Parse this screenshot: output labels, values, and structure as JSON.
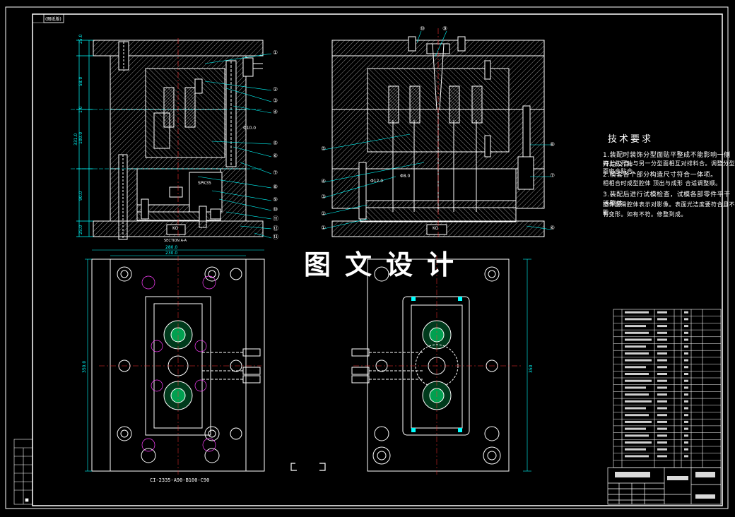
{
  "title_block": {
    "corner_tag": "(图纸版)"
  },
  "watermark": "图文设计",
  "technical_requirements": {
    "heading": "技术要求",
    "lines": [
      "1.装配时装饰分型面贴平整成不能影响一侧开始及合。",
      "均上扎开轴与另一分型面相互对排料合。调整分型面密合贴合。",
      "2.模套各个部分构造尺寸符合一体项。",
      "相相合时成型腔体 顶出与成形 合适调整顺。",
      "3.装配后进行试模检查，试模各部零件平干活整体。",
      "塑件圆滑腔体表示对影像。表面光洁度要符合且不能",
      "有变形。如有不符。修整到成。"
    ]
  },
  "dimensions": {
    "left_vertical": [
      "25.0",
      "58.0",
      "1.0",
      "100.0",
      "90.0",
      "25.0"
    ],
    "left_total": "331.0",
    "plan_width_outer": "280.0",
    "plan_width_inner": "230.0",
    "plan_height_left": "350.0",
    "plan_height_right": "350",
    "spk_label": "SPK35",
    "dia_small_1": "Φ10.0",
    "dia_small_2": "Φ12.0",
    "dia_small_3": "Φ8.0",
    "ko_label_1": "KO",
    "ko_label_2": "KO"
  },
  "section_label": "SECTION A-A",
  "standard_code": "CI-2335-A90-B100-C90",
  "balloons_left": [
    "①",
    "②",
    "③",
    "④",
    "⑤",
    "⑥",
    "⑦",
    "⑧",
    "⑨",
    "⑩",
    "⑪",
    "⑫",
    "⑬"
  ],
  "balloons_right": [
    "①",
    "②",
    "③",
    "④",
    "⑤",
    "⑥",
    "⑦",
    "⑧",
    "⑨",
    "⑩"
  ],
  "colors": {
    "background": "#000000",
    "outline": "#ffffff",
    "hatch": "#bfbfbf",
    "dimension": "#00ffff",
    "leader": "#00ffff",
    "center_line": "#ff3030",
    "ejector": "#ff40ff",
    "cavity_fill": "#00c060",
    "hole_fill": "#ff4040",
    "accent_yellow": "#ffff00"
  }
}
